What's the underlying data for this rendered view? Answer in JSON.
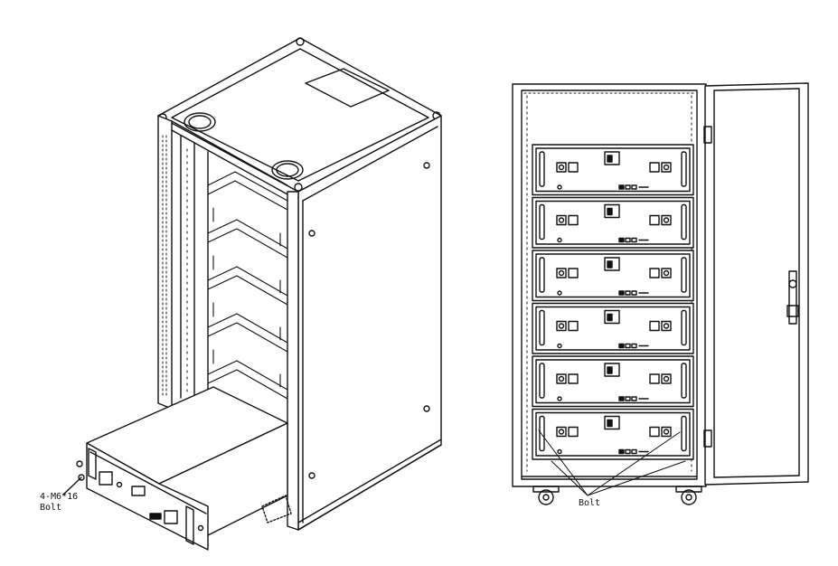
{
  "figure": {
    "left_view": {
      "bolt_spec": "4-M6*16",
      "bolt_word": "Bolt"
    },
    "right_view": {
      "bolt_label": "Bolt",
      "module_count": 6
    }
  },
  "colors": {
    "line": "#111111",
    "fill": "#ffffff"
  }
}
